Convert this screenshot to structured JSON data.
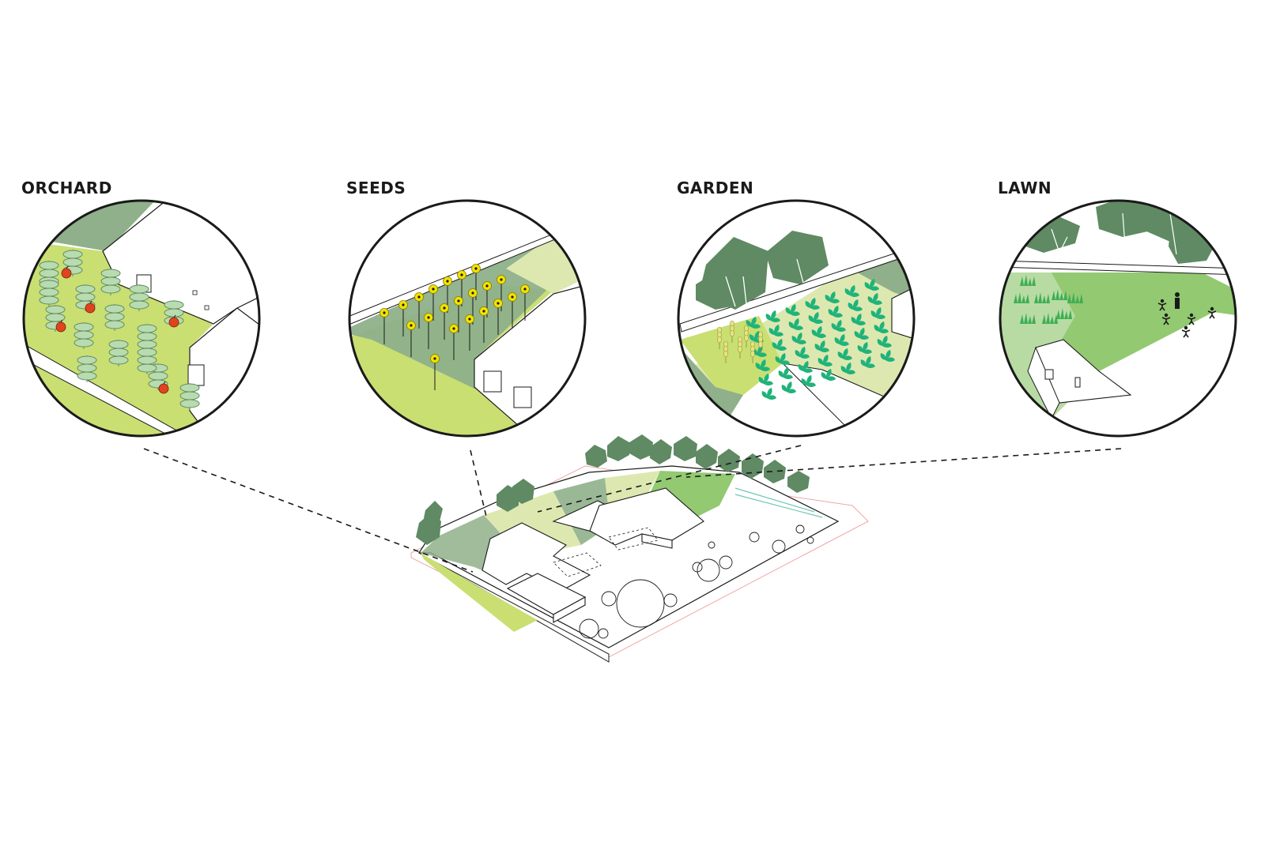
{
  "zones": [
    {
      "id": "orchard",
      "label": "ORCHARD"
    },
    {
      "id": "seeds",
      "label": "SEEDS"
    },
    {
      "id": "garden",
      "label": "GARDEN"
    },
    {
      "id": "lawn",
      "label": "LAWN"
    }
  ],
  "colors": {
    "lime": "#c9df72",
    "pale_green": "#dde8b0",
    "lawn_green": "#92c971",
    "lawn_light": "#b7dba3",
    "forest": "#8fb08a",
    "tree": "#5f8a63",
    "line": "#1a1a1a",
    "sunflower": "#f2e300",
    "apple": "#e0441e",
    "herb": "#1fb37a",
    "site_outline": "#f0a7a7",
    "teal_line": "#6fc7b5"
  },
  "icons": [
    "apple-tree-icon",
    "sunflower-icon",
    "herb-plant-icon",
    "wheat-icon",
    "person-icon",
    "child-icon",
    "tree-icon"
  ]
}
